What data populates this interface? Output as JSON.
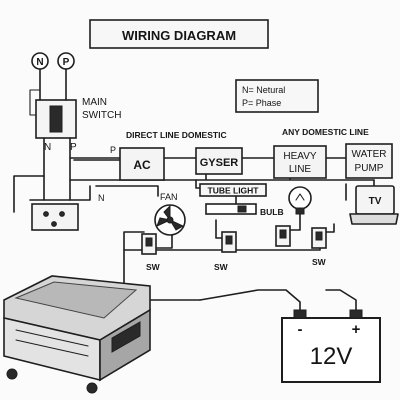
{
  "title": "WIRING DIAGRAM",
  "legend": {
    "neutral": "N= Netural",
    "phase": "P= Phase"
  },
  "terminals": {
    "neutral": "N",
    "phase": "P"
  },
  "main_switch": {
    "label_line1": "MAIN",
    "label_line2": "SWITCH",
    "n": "N",
    "p": "P"
  },
  "line_labels": {
    "direct_line_domestic": "DIRECT LINE DOMESTIC",
    "any_domestic_line": "ANY DOMESTIC LINE",
    "p": "P",
    "n": "N"
  },
  "appliances": {
    "ac": "AC",
    "gyser": "GYSER",
    "heavy_line1": "HEAVY",
    "heavy_line2": "LINE",
    "water_line1": "WATER",
    "water_line2": "PUMP",
    "tv": "TV"
  },
  "loads": {
    "fan": "FAN",
    "tube_light": "TUBE LIGHT",
    "bulb": "BULB"
  },
  "switches": {
    "sw1": "SW",
    "sw2": "SW",
    "sw3": "SW"
  },
  "battery": {
    "voltage": "12V",
    "minus": "-",
    "plus": "+"
  }
}
